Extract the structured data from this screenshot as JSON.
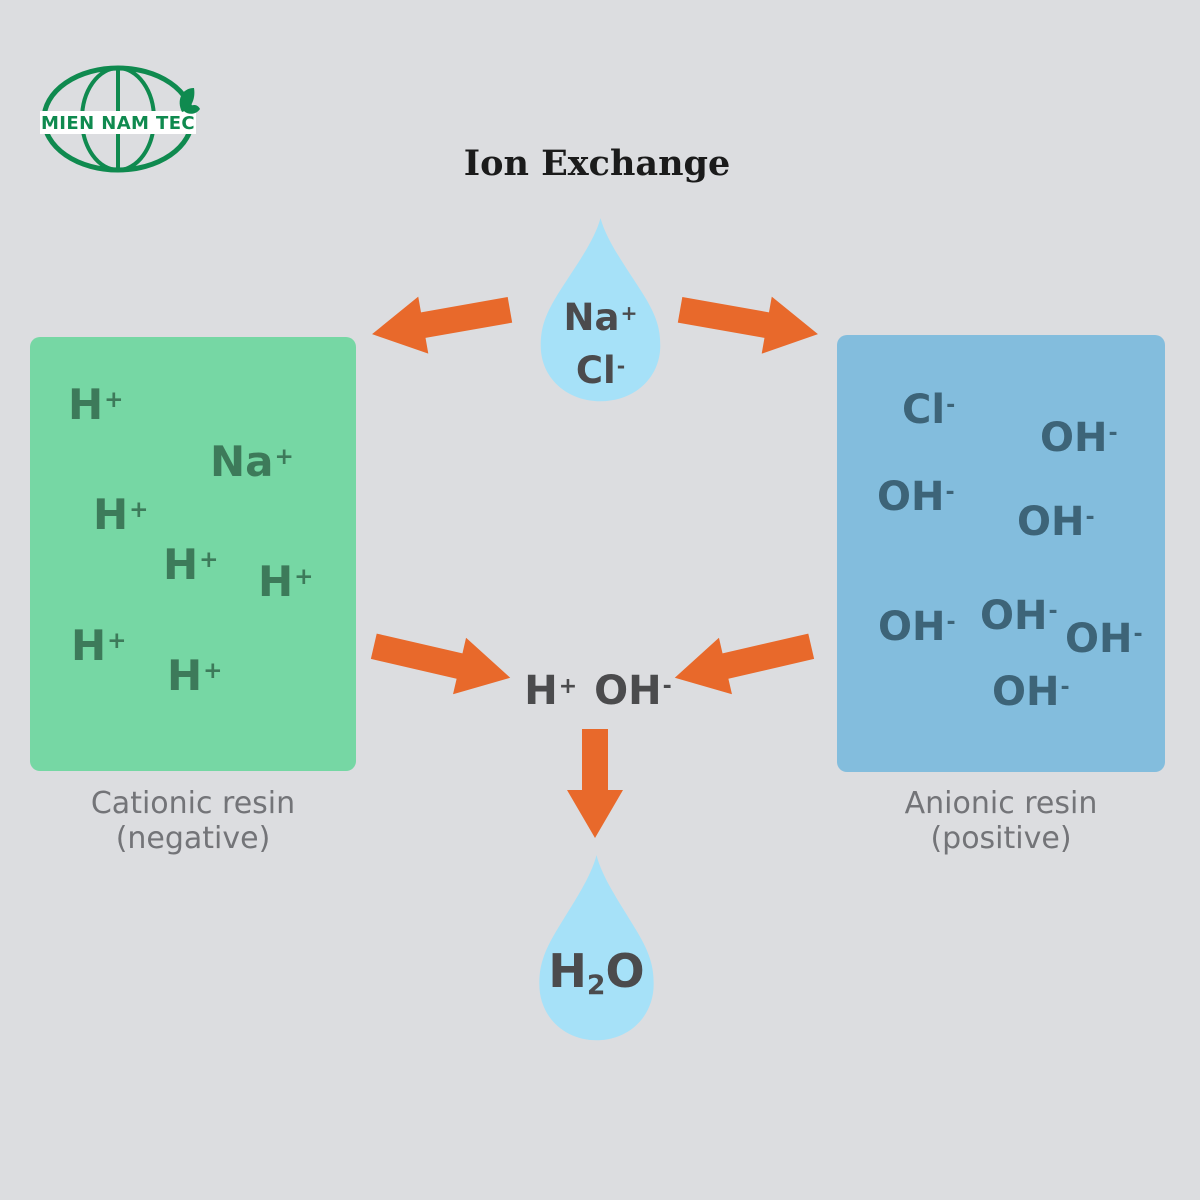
{
  "logo": {
    "text": "MIEN NAM TEC"
  },
  "title": "Ion Exchange",
  "feed_drop": {
    "ions": [
      {
        "base": "Na",
        "charge": "+"
      },
      {
        "base": "Cl",
        "charge": "-"
      }
    ]
  },
  "cationic_box": {
    "ions": [
      {
        "base": "H",
        "charge": "+"
      },
      {
        "base": "Na",
        "charge": "+"
      },
      {
        "base": "H",
        "charge": "+"
      },
      {
        "base": "H",
        "charge": "+"
      },
      {
        "base": "H",
        "charge": "+"
      },
      {
        "base": "H",
        "charge": "+"
      },
      {
        "base": "H",
        "charge": "+"
      }
    ],
    "caption_line1": "Cationic resin",
    "caption_line2": "(negative)"
  },
  "anionic_box": {
    "ions": [
      {
        "base": "Cl",
        "charge": "-"
      },
      {
        "base": "OH",
        "charge": "-"
      },
      {
        "base": "OH",
        "charge": "-"
      },
      {
        "base": "OH",
        "charge": "-"
      },
      {
        "base": "OH",
        "charge": "-"
      },
      {
        "base": "OH",
        "charge": "-"
      },
      {
        "base": "OH",
        "charge": "-"
      },
      {
        "base": "OH",
        "charge": "-"
      }
    ],
    "caption_line1": "Anionic resin",
    "caption_line2": "(positive)"
  },
  "product": {
    "ions": [
      {
        "base": "H",
        "charge": "+"
      },
      {
        "base": "OH",
        "charge": "-"
      }
    ]
  },
  "output_drop": {
    "formula": {
      "pre": "H",
      "sub": "2",
      "post": "O"
    }
  },
  "colors": {
    "background": "#dcdde0",
    "drop_blue": "#a6e1f8",
    "arrow_orange": "#e8692b",
    "cationic_green": "#76d7a4",
    "cationic_text": "#3d7a5a",
    "anionic_blue": "#83bddd",
    "anionic_text": "#3d6478",
    "logo_green": "#0f8a4f",
    "caption_gray": "#737478",
    "ion_dark_gray": "#4b4b4d",
    "title_black": "#1b1b1b"
  }
}
